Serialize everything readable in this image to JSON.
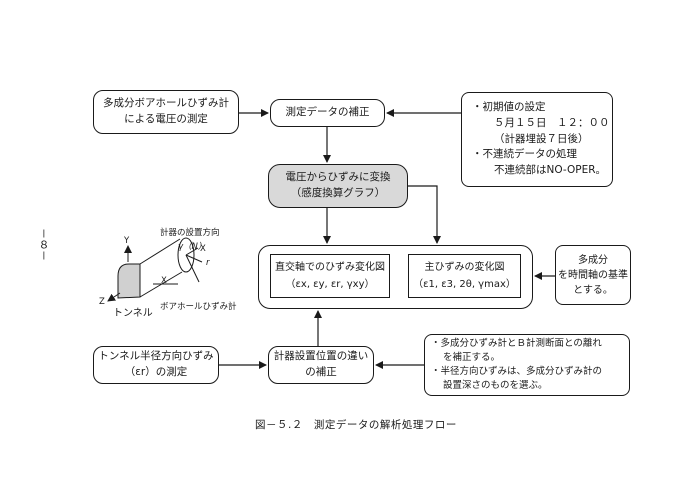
{
  "page_number": "－８－",
  "caption": "図－５.２　測定データの解析処理フロー",
  "boxes": {
    "multi_borehole": {
      "lines": [
        "多成分ボアホールひずみ計",
        "による電圧の測定"
      ]
    },
    "data_correction": {
      "lines": [
        "測定データの補正"
      ]
    },
    "initial_settings": {
      "lines": [
        "・初期値の設定",
        "５月１５日　１２：００",
        "（計器埋設７日後）",
        "・不連続データの処理",
        "不連続部はNO-OPER。"
      ]
    },
    "voltage_to_strain": {
      "lines": [
        "電圧からひずみに変換",
        "（感度換算グラフ）"
      ]
    },
    "orthogonal": {
      "lines": [
        "直交軸でのひずみ変化図",
        "（εx, εy, εr, γxy）"
      ]
    },
    "principal": {
      "lines": [
        "主ひずみの変化図",
        "（ε1, ε3, 2θ, γmax）"
      ]
    },
    "multi_component": {
      "lines": [
        "多成分",
        "を時間軸の基準",
        "とする。"
      ]
    },
    "tunnel_radial": {
      "lines": [
        "トンネル半径方向ひずみ",
        "（εr）の測定"
      ]
    },
    "position_correction": {
      "lines": [
        "計器設置位置の違い",
        "の補正"
      ]
    },
    "b_section": {
      "lines": [
        "・多成分ひずみ計とＢ計測断面との離れ",
        "を補正する。",
        "・半径方向ひずみは、多成分ひずみ計の",
        "設置深さのものを選ぶ。"
      ]
    }
  },
  "illustration": {
    "title": "計器の設置方向",
    "gamma": "γ（N）",
    "axis_y": "Y",
    "axis_x": "X",
    "axis_z": "Z",
    "axis_r": "r",
    "axis_x_inner": "X",
    "tunnel_label": "トンネル",
    "gauge_label": "ボアホールひずみ計"
  }
}
